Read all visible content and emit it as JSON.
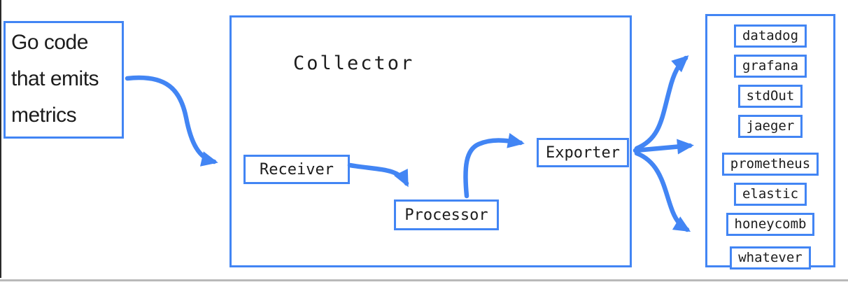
{
  "diagram": {
    "accent_color": "#4285f4",
    "text_color": "#1c1c1c",
    "source_box": {
      "lines": [
        "Go code",
        "that emits",
        "metrics"
      ]
    },
    "collector": {
      "title": "Collector",
      "nodes": [
        {
          "label": "Receiver"
        },
        {
          "label": "Processor"
        },
        {
          "label": "Exporter"
        }
      ]
    },
    "destinations": [
      "datadog",
      "grafana",
      "stdOut",
      "jaeger",
      "prometheus",
      "elastic",
      "honeycomb",
      "whatever"
    ]
  }
}
